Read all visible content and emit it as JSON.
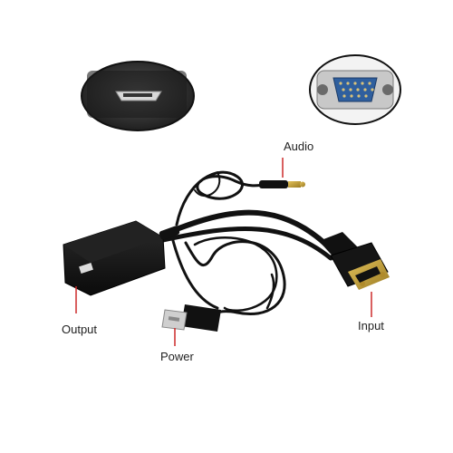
{
  "labels": {
    "audio": "Audio",
    "output": "Output",
    "power": "Power",
    "input": "Input"
  },
  "colors": {
    "pointer": "#cc2a2a",
    "body": "#111111",
    "gold": "#c9a23a",
    "vga_blue": "#2f5f9e"
  }
}
